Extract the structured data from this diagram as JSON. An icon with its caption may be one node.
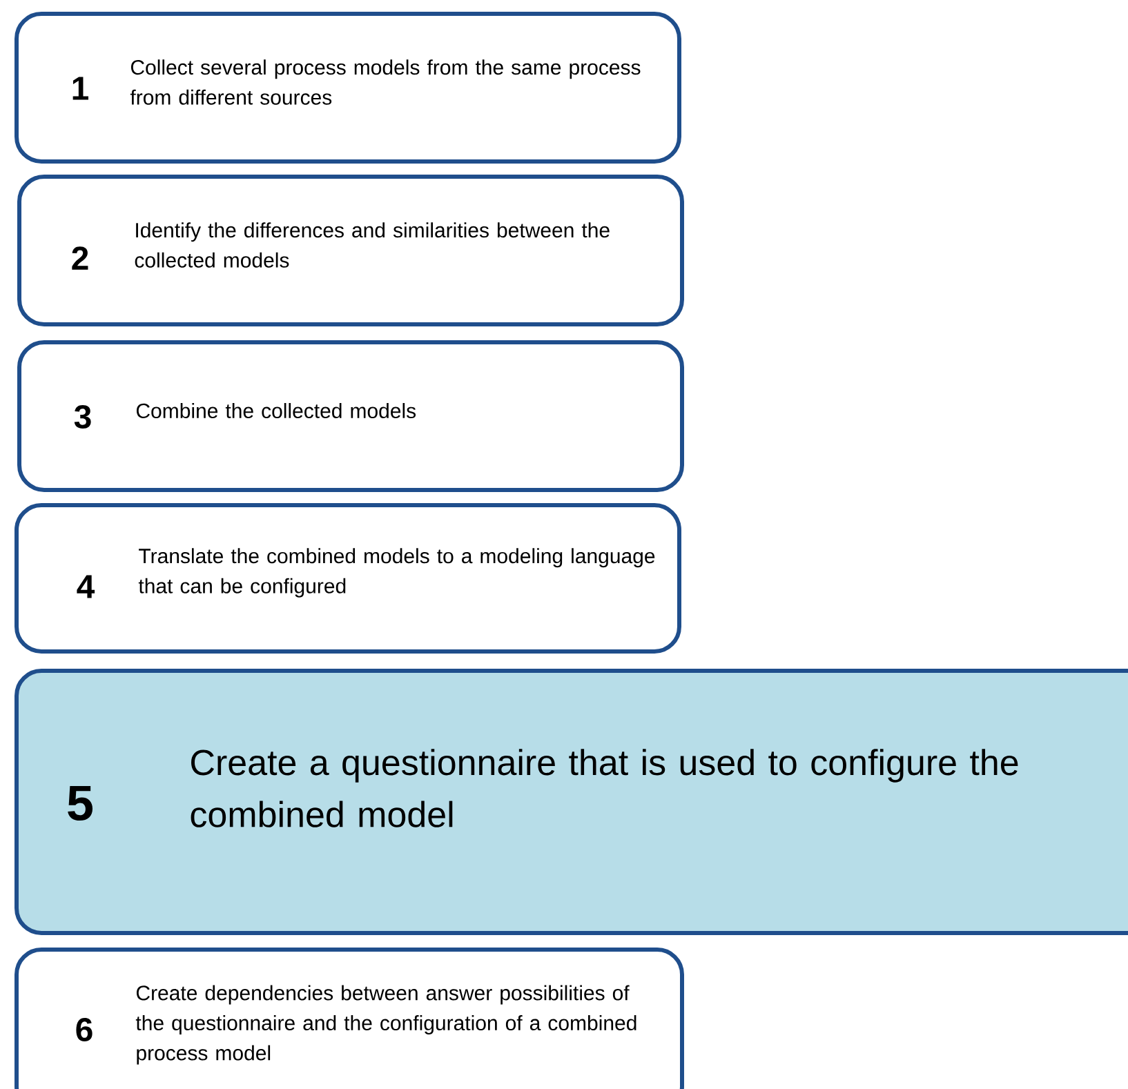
{
  "diagram": {
    "nodes": [
      {
        "text": [
          "1",
          "Collect several process models from the same process from different sources"
        ]
      },
      {
        "text": [
          "2",
          "Identify the differences and similarities between the collected models"
        ]
      },
      {
        "text": [
          "3",
          "Combine the collected models"
        ]
      },
      {
        "text": [
          "4",
          "Translate the combined models to a modeling language that can be configured"
        ]
      },
      {
        "text": [
          "5",
          "Create a questionnaire that is used to configure the combined model"
        ]
      },
      {
        "text": [
          "6",
          "Create dependencies between answer possibilities of the questionnaire and the configuration of a combined process model"
        ]
      }
    ]
  }
}
